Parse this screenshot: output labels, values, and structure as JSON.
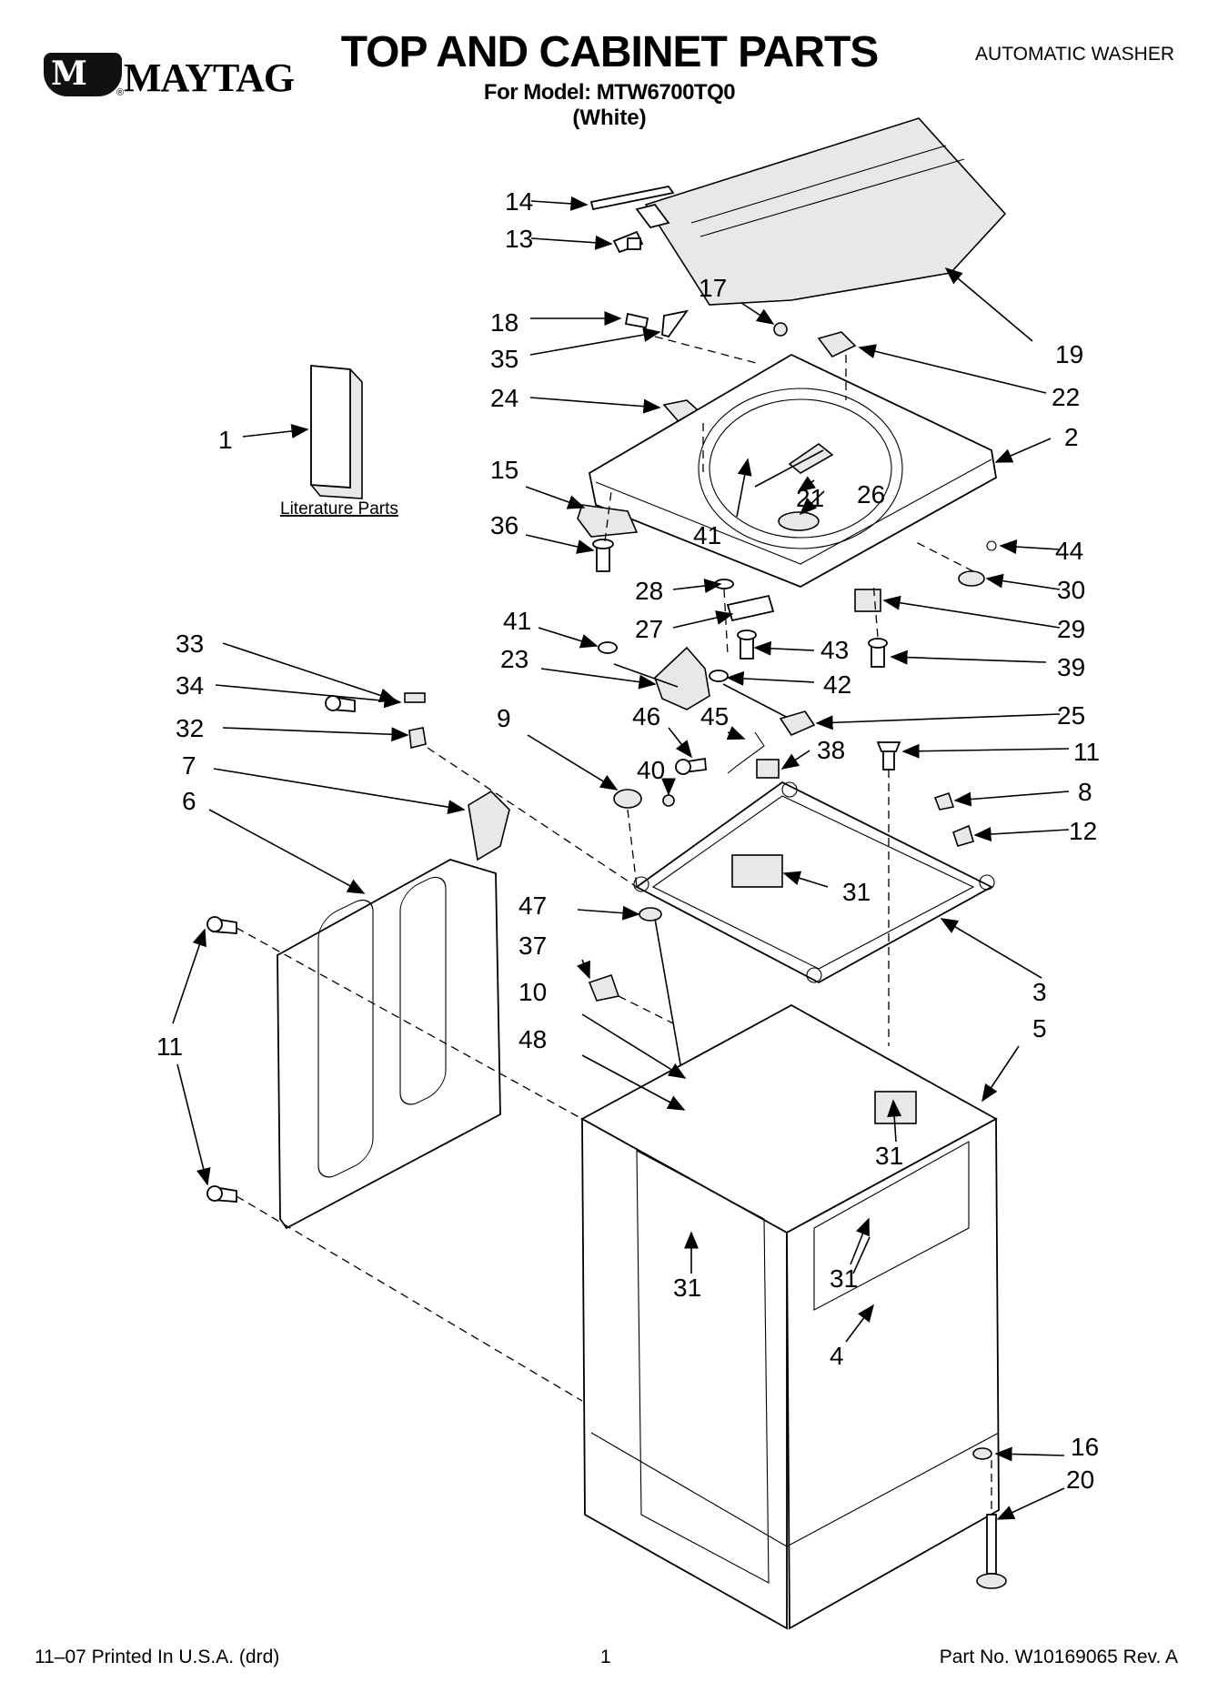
{
  "header": {
    "brand": "MAYTAG",
    "title": "TOP AND CABINET PARTS",
    "subtitle_model": "For Model: MTW6700TQ0",
    "subtitle_color": "(White)",
    "doc_type": "AUTOMATIC WASHER"
  },
  "diagram": {
    "literature_label": "Literature Parts",
    "callouts": [
      {
        "id": "c1",
        "text": "1"
      },
      {
        "id": "c2",
        "text": "2"
      },
      {
        "id": "c3",
        "text": "3"
      },
      {
        "id": "c4",
        "text": "4"
      },
      {
        "id": "c5",
        "text": "5"
      },
      {
        "id": "c6",
        "text": "6"
      },
      {
        "id": "c7",
        "text": "7"
      },
      {
        "id": "c8",
        "text": "8"
      },
      {
        "id": "c9",
        "text": "9"
      },
      {
        "id": "c10",
        "text": "10"
      },
      {
        "id": "c11a",
        "text": "11"
      },
      {
        "id": "c11b",
        "text": "11"
      },
      {
        "id": "c12",
        "text": "12"
      },
      {
        "id": "c13",
        "text": "13"
      },
      {
        "id": "c14",
        "text": "14"
      },
      {
        "id": "c15",
        "text": "15"
      },
      {
        "id": "c16",
        "text": "16"
      },
      {
        "id": "c17",
        "text": "17"
      },
      {
        "id": "c18",
        "text": "18"
      },
      {
        "id": "c19",
        "text": "19"
      },
      {
        "id": "c20",
        "text": "20"
      },
      {
        "id": "c21",
        "text": "21"
      },
      {
        "id": "c22",
        "text": "22"
      },
      {
        "id": "c23",
        "text": "23"
      },
      {
        "id": "c24",
        "text": "24"
      },
      {
        "id": "c25",
        "text": "25"
      },
      {
        "id": "c26",
        "text": "26"
      },
      {
        "id": "c27",
        "text": "27"
      },
      {
        "id": "c28",
        "text": "28"
      },
      {
        "id": "c29",
        "text": "29"
      },
      {
        "id": "c30",
        "text": "30"
      },
      {
        "id": "c31a",
        "text": "31"
      },
      {
        "id": "c31b",
        "text": "31"
      },
      {
        "id": "c31c",
        "text": "31"
      },
      {
        "id": "c31d",
        "text": "31"
      },
      {
        "id": "c32",
        "text": "32"
      },
      {
        "id": "c33",
        "text": "33"
      },
      {
        "id": "c34",
        "text": "34"
      },
      {
        "id": "c35",
        "text": "35"
      },
      {
        "id": "c36",
        "text": "36"
      },
      {
        "id": "c37",
        "text": "37"
      },
      {
        "id": "c38",
        "text": "38"
      },
      {
        "id": "c39",
        "text": "39"
      },
      {
        "id": "c40",
        "text": "40"
      },
      {
        "id": "c41a",
        "text": "41"
      },
      {
        "id": "c41b",
        "text": "41"
      },
      {
        "id": "c42",
        "text": "42"
      },
      {
        "id": "c43",
        "text": "43"
      },
      {
        "id": "c44",
        "text": "44"
      },
      {
        "id": "c45",
        "text": "45"
      },
      {
        "id": "c46",
        "text": "46"
      },
      {
        "id": "c47",
        "text": "47"
      },
      {
        "id": "c48",
        "text": "48"
      }
    ]
  },
  "footer": {
    "print_info": "11–07 Printed In U.S.A. (drd)",
    "page_number": "1",
    "part_number": "Part No. W10169065 Rev. A"
  }
}
